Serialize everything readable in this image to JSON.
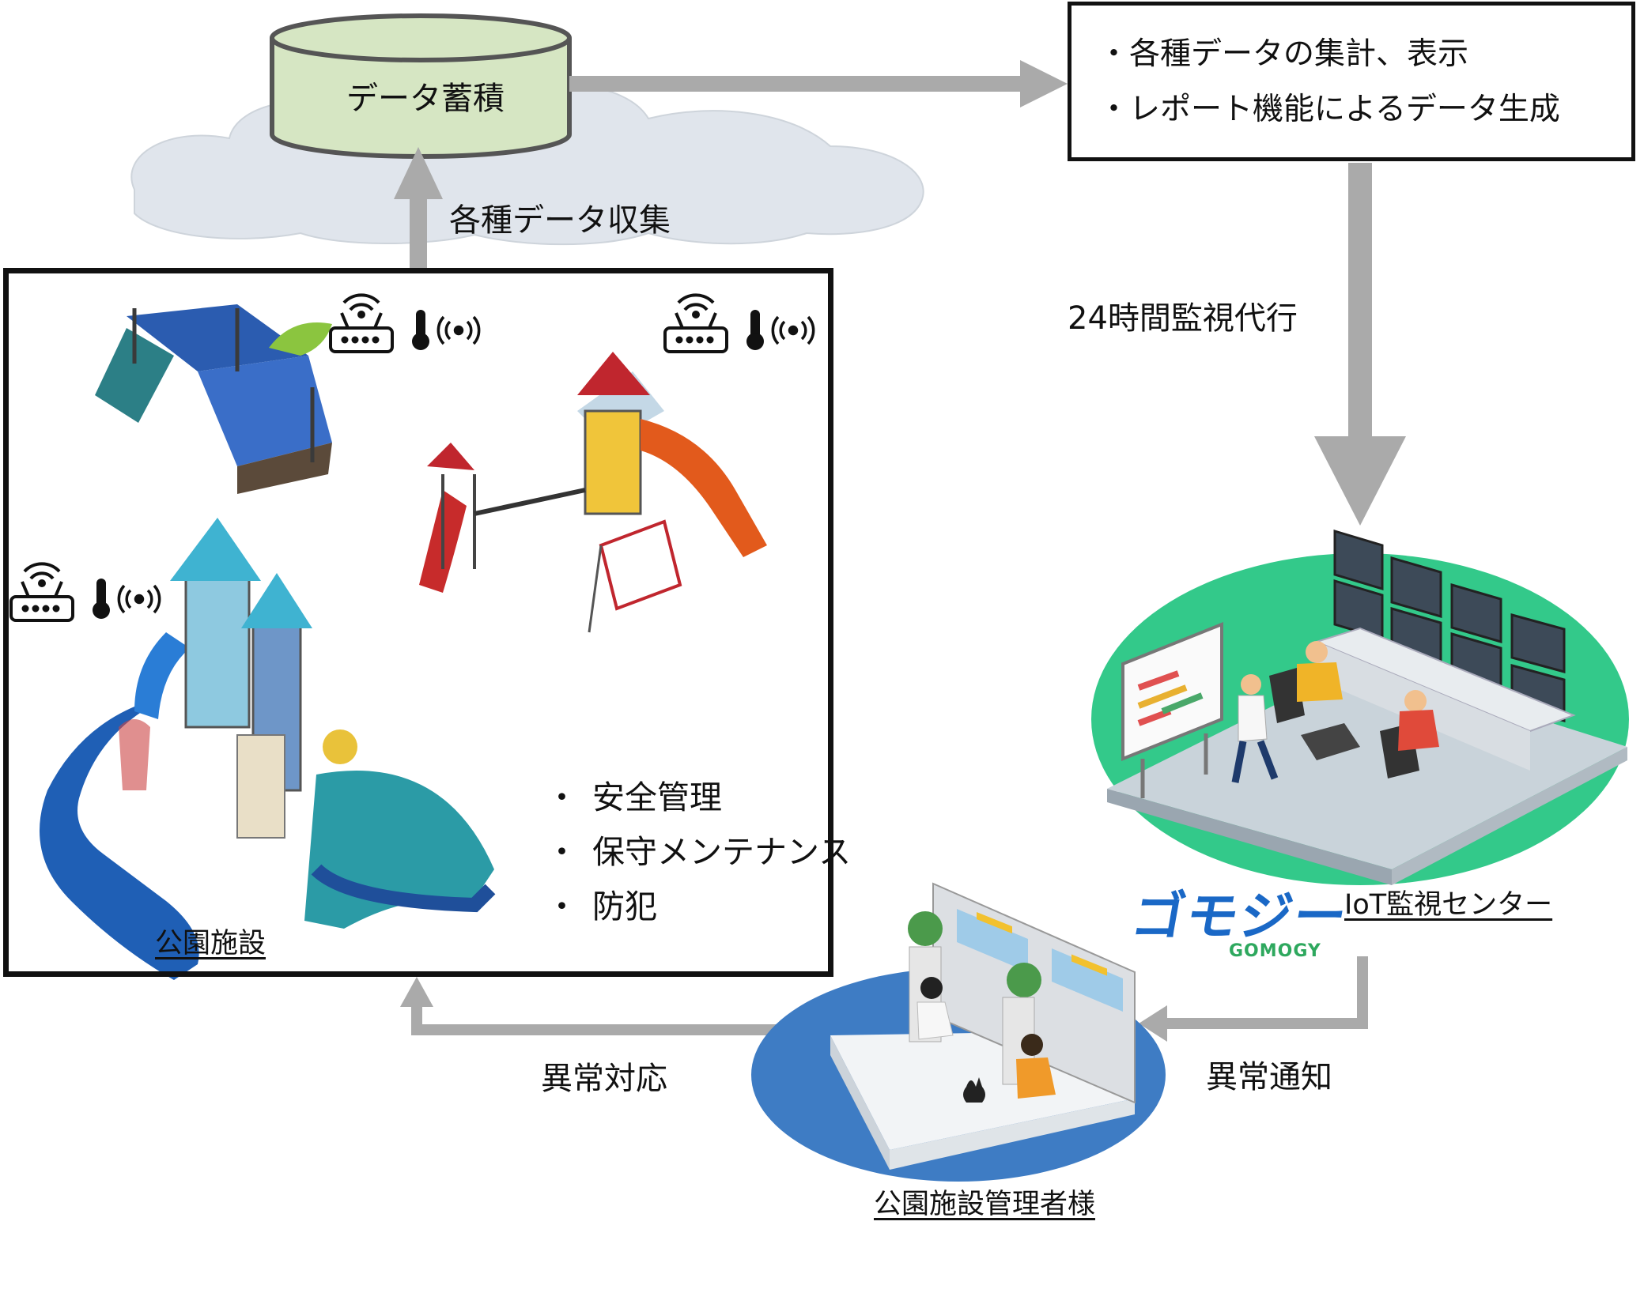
{
  "storage": {
    "label": "データ蓄積"
  },
  "collect": {
    "label": "各種データ収集"
  },
  "info_box": {
    "lines": [
      "・各種データの集計、表示",
      "・レポート機能によるデータ生成"
    ]
  },
  "monitor": {
    "label": "24時間監視代行"
  },
  "park": {
    "label": "公園施設",
    "bullets": [
      "安全管理",
      "保守メンテナンス",
      "防犯"
    ],
    "bullet_mark": "・"
  },
  "center": {
    "label": "IoT監視センター",
    "logo_jp": "ゴモジー",
    "logo_en": "GOMOGY"
  },
  "notify": {
    "label": "異常通知"
  },
  "respond": {
    "label": "異常対応"
  },
  "manager": {
    "label": "公園施設管理者様"
  },
  "icons": [
    "router-icon",
    "thermometer-icon",
    "signal-icon",
    "cloud-icon",
    "database-icon",
    "playground-illustration",
    "monitoring-room-illustration",
    "office-illustration"
  ],
  "colors": {
    "arrow": "#aaaaaa",
    "database_fill": "#d6e6c3",
    "cloud": "#dde3ea",
    "center_platform": "#33c98a",
    "office_platform": "#3e7cc4",
    "logo_blue": "#1a68c6",
    "logo_green": "#2ea85e"
  }
}
